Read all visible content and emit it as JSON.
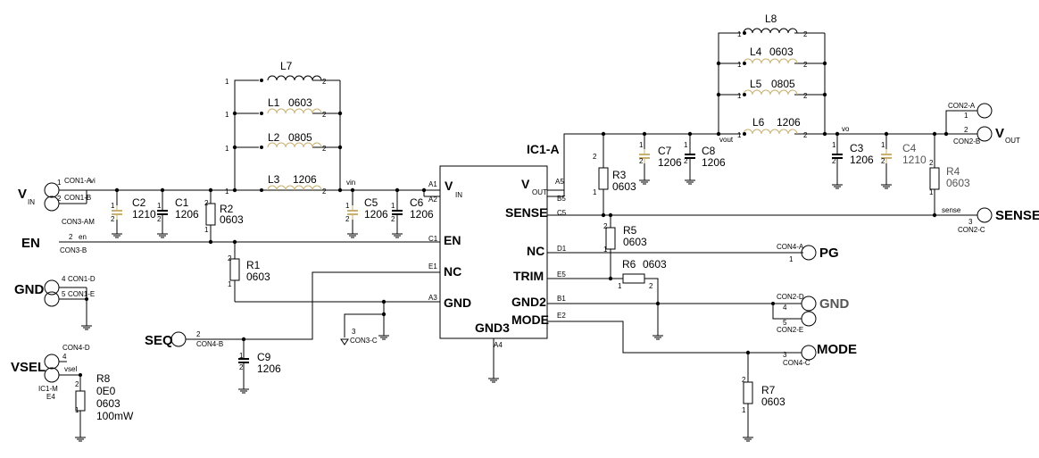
{
  "ic": {
    "title": "IC1-A",
    "pins": {
      "vin": "V",
      "vin_sub": "IN",
      "vout": "V",
      "vout_sub": "OUT",
      "sense": "SENSE",
      "en": "EN",
      "nc": "NC",
      "trim": "TRIM",
      "gnd": "GND",
      "gnd2": "GND2",
      "gnd3": "GND3",
      "mode": "MODE"
    },
    "pin_numbers": {
      "a1": "A1",
      "a2": "A2",
      "a5": "A5",
      "b5": "B5",
      "c5": "C5",
      "c1": "C1",
      "d1": "D1",
      "e1": "E1",
      "e5": "E5",
      "a3": "A3",
      "b1": "B1",
      "e2": "E2",
      "a4": "A4"
    }
  },
  "ports": {
    "vin": {
      "label": "V",
      "sub": "IN",
      "con_a": "CON1-A",
      "con_b": "CON1-B",
      "con_am": "CON3-AM",
      "n1": "1",
      "n2": "2",
      "net": "vi"
    },
    "en": {
      "label": "EN",
      "con": "CON3-B",
      "pin": "2",
      "net": "en"
    },
    "gnd_in": {
      "label": "GND",
      "con_d": "CON1-D",
      "con_e": "CON1-E",
      "pin_d": "4",
      "pin_e": "5"
    },
    "vsel": {
      "label": "VSEL",
      "con": "CON4-D",
      "pin": "4",
      "net": "vsel",
      "ref": "IC1-M",
      "ref2": "E4"
    },
    "seq": {
      "label": "SEQ",
      "con": "CON4-B",
      "pin": "2"
    },
    "con3c": {
      "label": "CON3-C",
      "pin": "3"
    },
    "vout": {
      "label": "V",
      "sub": "OUT",
      "con_a": "CON2-A",
      "con_b": "CON2-B",
      "pin1": "1",
      "pin2": "2"
    },
    "sense": {
      "label": "SENSE",
      "con": "CON2-C",
      "pin": "3",
      "net": "sense"
    },
    "pg": {
      "label": "PG",
      "con": "CON4-A",
      "pin": "1"
    },
    "gnd_out": {
      "label": "GND",
      "con_d": "CON2-D",
      "con_e": "CON2-E",
      "pin_d": "4",
      "pin_e": "5"
    },
    "mode": {
      "label": "MODE",
      "con": "CON4-C",
      "pin": "3"
    }
  },
  "components": {
    "c1": {
      "ref": "C1",
      "val": "1206"
    },
    "c2": {
      "ref": "C2",
      "val": "1210"
    },
    "c3": {
      "ref": "C3",
      "val": "1206"
    },
    "c4": {
      "ref": "C4",
      "val": "1210"
    },
    "c5": {
      "ref": "C5",
      "val": "1206"
    },
    "c6": {
      "ref": "C6",
      "val": "1206"
    },
    "c7": {
      "ref": "C7",
      "val": "1206"
    },
    "c8": {
      "ref": "C8",
      "val": "1206"
    },
    "c9": {
      "ref": "C9",
      "val": "1206"
    },
    "r1": {
      "ref": "R1",
      "val": "0603"
    },
    "r2": {
      "ref": "R2",
      "val": "0603"
    },
    "r3": {
      "ref": "R3",
      "val": "0603"
    },
    "r4": {
      "ref": "R4",
      "val": "0603"
    },
    "r5": {
      "ref": "R5",
      "val": "0603"
    },
    "r6": {
      "ref": "R6",
      "val": "0603"
    },
    "r7": {
      "ref": "R7",
      "val": "0603"
    },
    "r8": {
      "ref": "R8",
      "val1": "0E0",
      "val2": "0603",
      "val3": "100mW"
    },
    "l1": {
      "ref": "L1",
      "val": "0603"
    },
    "l2": {
      "ref": "L2",
      "val": "0805"
    },
    "l3": {
      "ref": "L3",
      "val": "1206"
    },
    "l4": {
      "ref": "L4",
      "val": "0603"
    },
    "l5": {
      "ref": "L5",
      "val": "0805"
    },
    "l6": {
      "ref": "L6",
      "val": "1206"
    },
    "l7": {
      "ref": "L7"
    },
    "l8": {
      "ref": "L8"
    }
  },
  "nets": {
    "vin": "vin",
    "vout": "vout",
    "vo": "vo"
  },
  "pin_nums": {
    "one": "1",
    "two": "2"
  },
  "colors": {
    "wire": "#000000",
    "pad": "#c8b070",
    "pad_alt": "#8a8a8a"
  }
}
